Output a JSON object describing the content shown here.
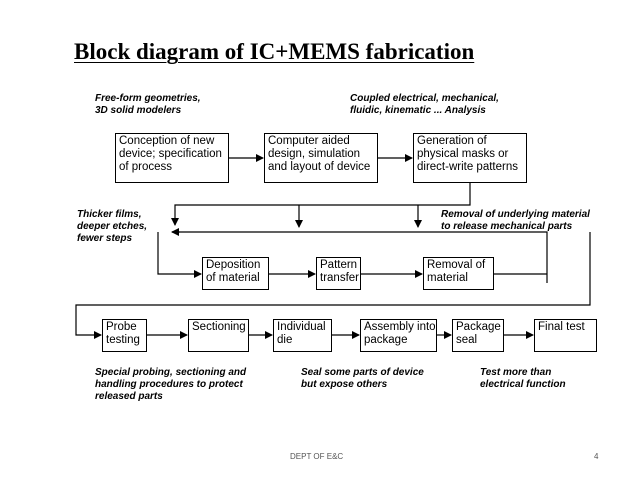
{
  "title": "Block diagram of IC+MEMS fabrication",
  "notes": {
    "freeform": [
      "Free-form geometries,",
      "3D solid modelers"
    ],
    "coupled": [
      "Coupled electrical, mechanical,",
      "fluidic, kinematic ... Analysis"
    ],
    "thicker": [
      "Thicker films,",
      "deeper etches,",
      "fewer steps"
    ],
    "removal_note": [
      "Removal of underlying material",
      "to release mechanical parts"
    ],
    "special": [
      "Special probing, sectioning and",
      "handling procedures to protect",
      "released parts"
    ],
    "seal_note": [
      "Seal some parts of device",
      "but expose others"
    ],
    "test_note": [
      "Test more than",
      "electrical function"
    ]
  },
  "boxes": {
    "conception": [
      "Conception of new",
      "device; specification",
      "of process"
    ],
    "cad": [
      "Computer aided",
      "design, simulation",
      "and layout of device"
    ],
    "masks": [
      "Generation of",
      "physical masks or",
      "direct-write patterns"
    ],
    "deposition": [
      "Deposition",
      "of material"
    ],
    "pattern": [
      "Pattern",
      "transfer"
    ],
    "removal": [
      "Removal of",
      "material"
    ],
    "probe": [
      "Probe",
      "testing"
    ],
    "sectioning": [
      "Sectioning"
    ],
    "die": [
      "Individual",
      "die"
    ],
    "assembly": [
      "Assembly into",
      "package"
    ],
    "package": [
      "Package",
      "seal"
    ],
    "final": [
      "Final test"
    ]
  },
  "footer": {
    "dept": "DEPT OF E&C",
    "page": "4"
  }
}
